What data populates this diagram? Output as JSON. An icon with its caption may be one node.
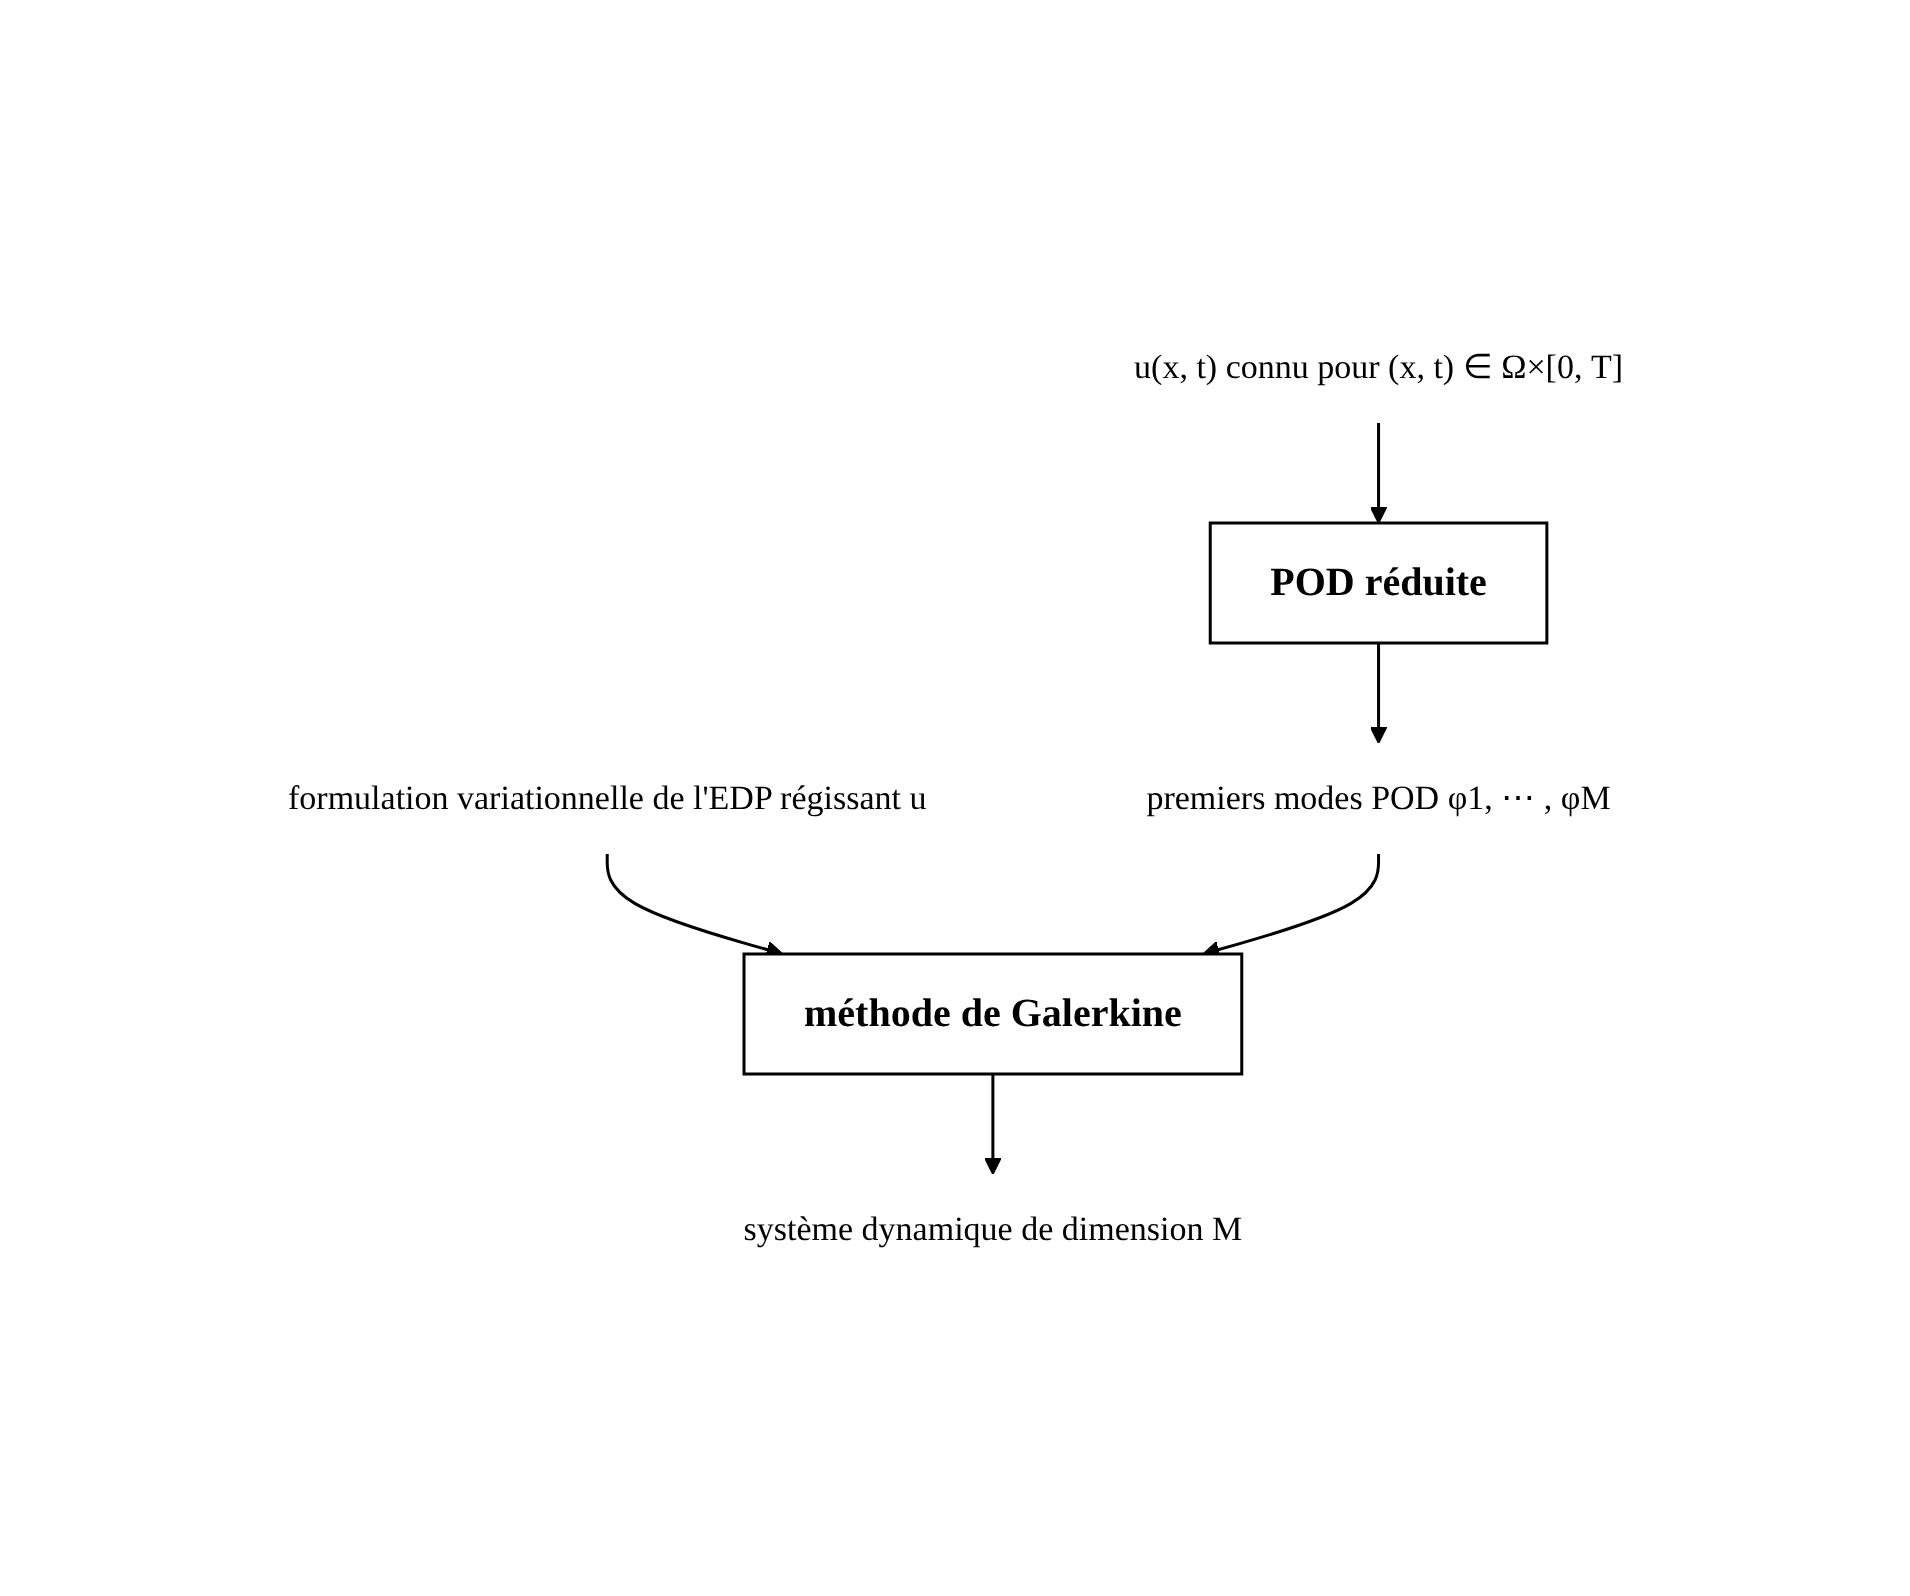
{
  "diagram": {
    "nodes": [
      {
        "text": [
          "u(x, t) connu pour (x, t) ∈ Ω×[0, T]"
        ]
      },
      {
        "text": [
          "POD réduite"
        ]
      },
      {
        "text": [
          "premiers modes POD φ1, ⋯ , φM"
        ]
      },
      {
        "text": [
          "formulation variationnelle de l'EDP régissant u"
        ]
      },
      {
        "text": [
          "méthode de Galerkine"
        ]
      },
      {
        "text": [
          "système dynamique de dimension M"
        ]
      }
    ],
    "edges": [
      {
        "from": 0,
        "to": 1,
        "arrow": "to"
      },
      {
        "from": 1,
        "to": 2,
        "arrow": "to"
      },
      {
        "from": 3,
        "to": 4,
        "arrow": "to"
      },
      {
        "from": 2,
        "to": 4,
        "arrow": "to"
      },
      {
        "from": 4,
        "to": 5,
        "arrow": "to"
      }
    ]
  }
}
